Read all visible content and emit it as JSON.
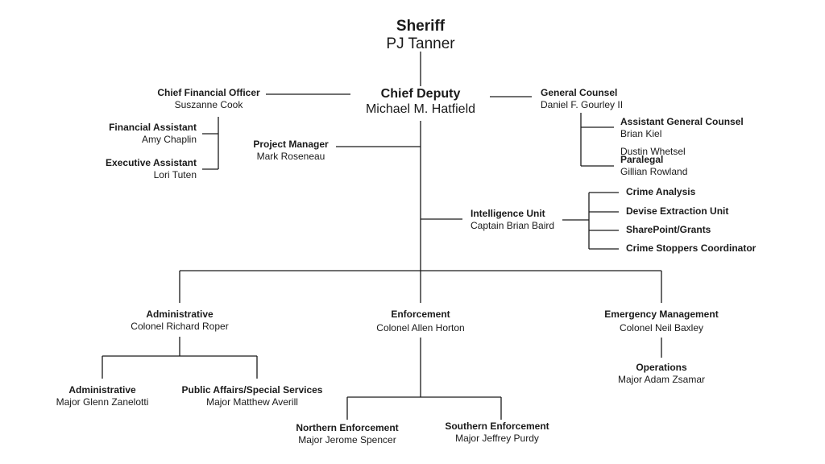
{
  "sheriff": {
    "title": "Sheriff",
    "name": "PJ Tanner"
  },
  "chief_deputy": {
    "title": "Chief Deputy",
    "name": "Michael M. Hatfield"
  },
  "cfo": {
    "title": "Chief Financial Officer",
    "name": "Suszanne Cook"
  },
  "financial_assistant": {
    "title": "Financial Assistant",
    "name": "Amy Chaplin"
  },
  "executive_assistant": {
    "title": "Executive Assistant",
    "name": "Lori Tuten"
  },
  "project_manager": {
    "title": "Project Manager",
    "name": "Mark Roseneau"
  },
  "general_counsel": {
    "title": "General Counsel",
    "name": "Daniel F. Gourley II"
  },
  "assistant_general_counsel": {
    "title": "Assistant General Counsel",
    "names": [
      "Brian Kiel",
      "Dustin Whetsel"
    ]
  },
  "paralegal": {
    "title": "Paralegal",
    "name": "Gillian Rowland"
  },
  "intelligence_unit": {
    "title": "Intelligence Unit",
    "name": "Captain Brian Baird"
  },
  "intel_sub_units": [
    "Crime Analysis",
    "Devise Extraction Unit",
    "SharePoint/Grants",
    "Crime Stoppers Coordinator"
  ],
  "administrative": {
    "title": "Administrative",
    "name": "Colonel Richard Roper"
  },
  "enforcement": {
    "title": "Enforcement",
    "name": "Colonel Allen Horton"
  },
  "emergency_management": {
    "title": "Emergency Management",
    "name": "Colonel Neil Baxley"
  },
  "admin_major": {
    "title": "Administrative",
    "name": "Major Glenn Zanelotti"
  },
  "public_affairs": {
    "title": "Public Affairs/Special Services",
    "name": "Major Matthew Averill"
  },
  "operations": {
    "title": "Operations",
    "name": "Major Adam Zsamar"
  },
  "northern_enforcement": {
    "title": "Northern Enforcement",
    "name": "Major Jerome Spencer"
  },
  "southern_enforcement": {
    "title": "Southern Enforcement",
    "name": "Major Jeffrey Purdy"
  }
}
